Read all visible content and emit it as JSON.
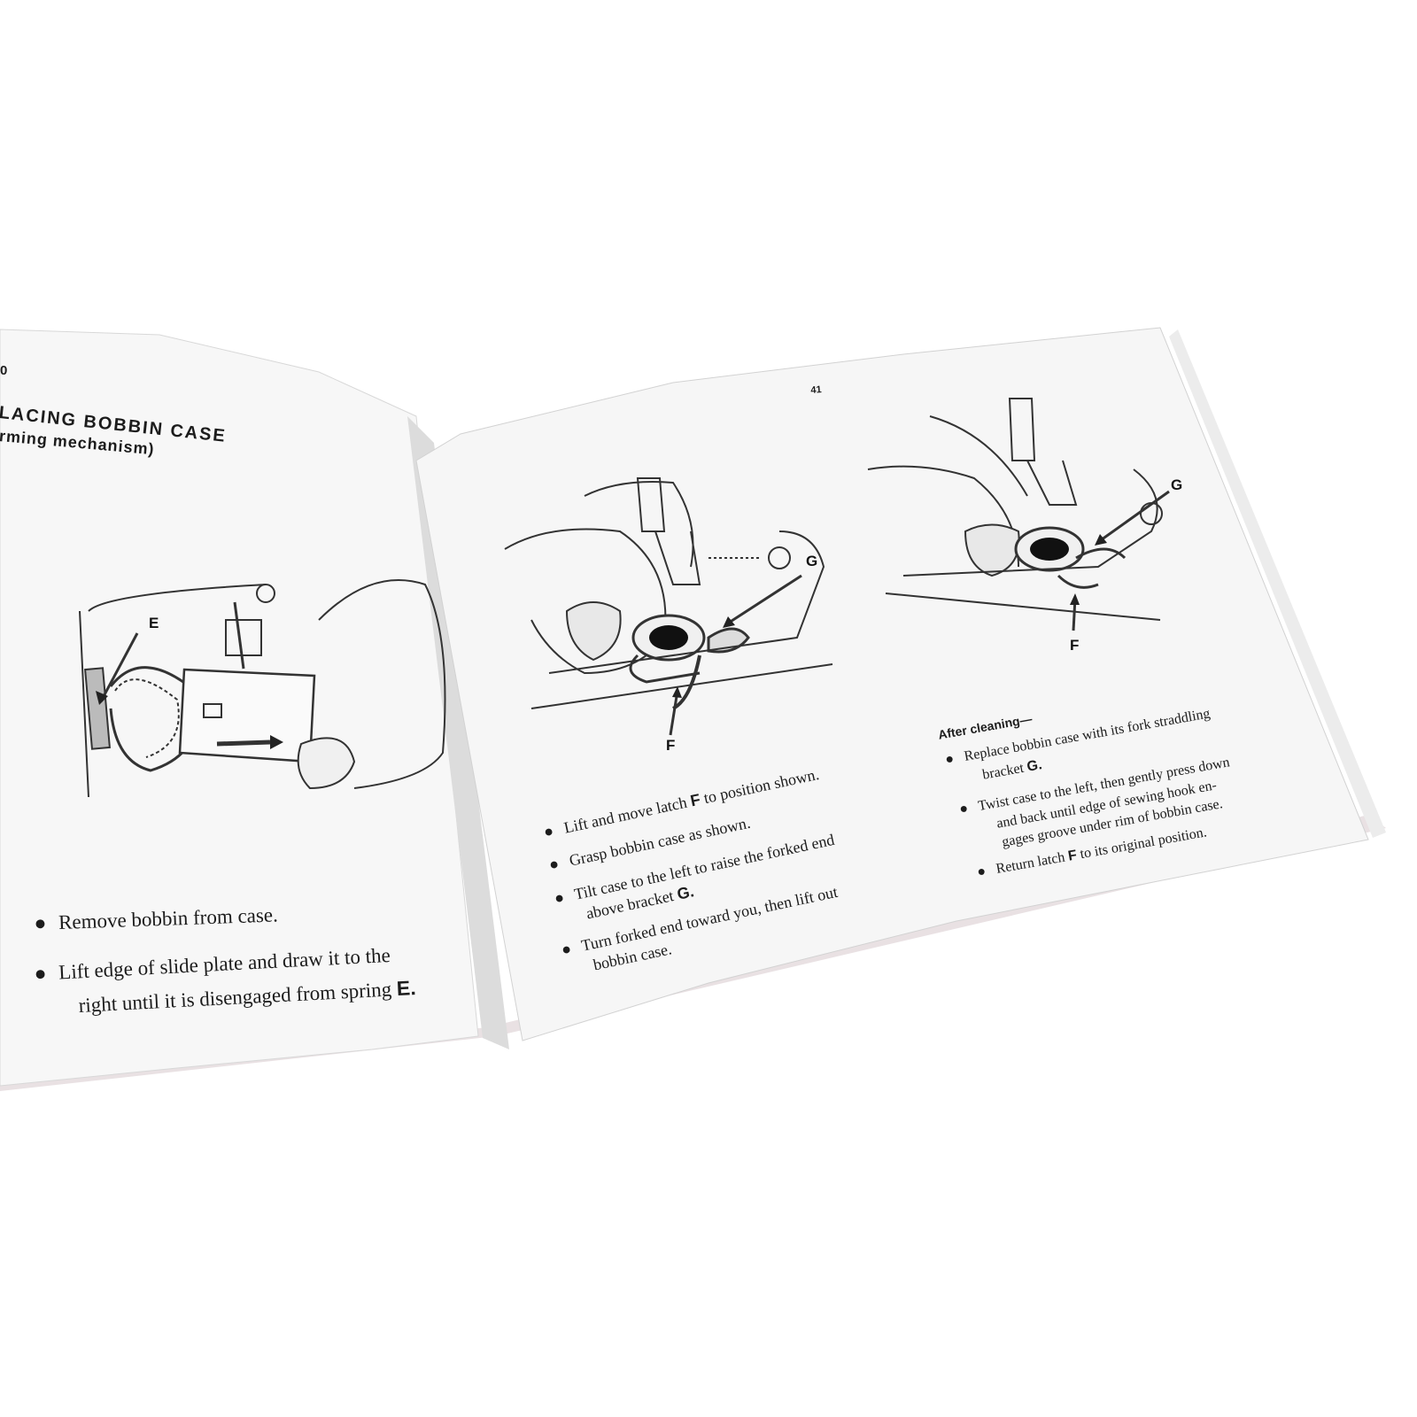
{
  "left_page": {
    "page_number": "0",
    "title_line1": "LACING BOBBIN CASE",
    "title_line2": "rming mechanism)",
    "callout_e": "E",
    "bullets": [
      "Remove bobbin from case.",
      "Lift edge of slide plate and draw it to the",
      "right until it is disengaged from spring "
    ],
    "spring_letter": "E."
  },
  "right_page": {
    "page_number": "41",
    "figure1": {
      "callout_g": "G",
      "callout_f": "F"
    },
    "figure2": {
      "callout_g": "G",
      "callout_f": "F"
    },
    "instructions": [
      {
        "pre": "Lift and move latch ",
        "letter": "F",
        "post": " to position shown."
      },
      {
        "pre": "Grasp bobbin case as shown.",
        "letter": "",
        "post": ""
      },
      {
        "pre": "Tilt case to the left to raise the forked end",
        "letter": "",
        "post": ""
      },
      {
        "pre": "above bracket ",
        "letter": "G.",
        "post": ""
      },
      {
        "pre": "Turn forked end toward you, then lift out",
        "letter": "",
        "post": ""
      },
      {
        "pre": "bobbin case.",
        "letter": "",
        "post": ""
      }
    ],
    "after_cleaning": {
      "heading": "After cleaning—",
      "lines": [
        {
          "pre": "Replace bobbin case with its fork straddling",
          "letter": "",
          "post": ""
        },
        {
          "pre": "bracket ",
          "letter": "G.",
          "post": ""
        },
        {
          "pre": "Twist case to the left, then gently press down",
          "letter": "",
          "post": ""
        },
        {
          "pre": "and back until edge of sewing hook en-",
          "letter": "",
          "post": ""
        },
        {
          "pre": "gages groove under rim of bobbin case.",
          "letter": "",
          "post": ""
        },
        {
          "pre": "Return latch ",
          "letter": "F",
          "post": " to its original position."
        }
      ]
    }
  }
}
